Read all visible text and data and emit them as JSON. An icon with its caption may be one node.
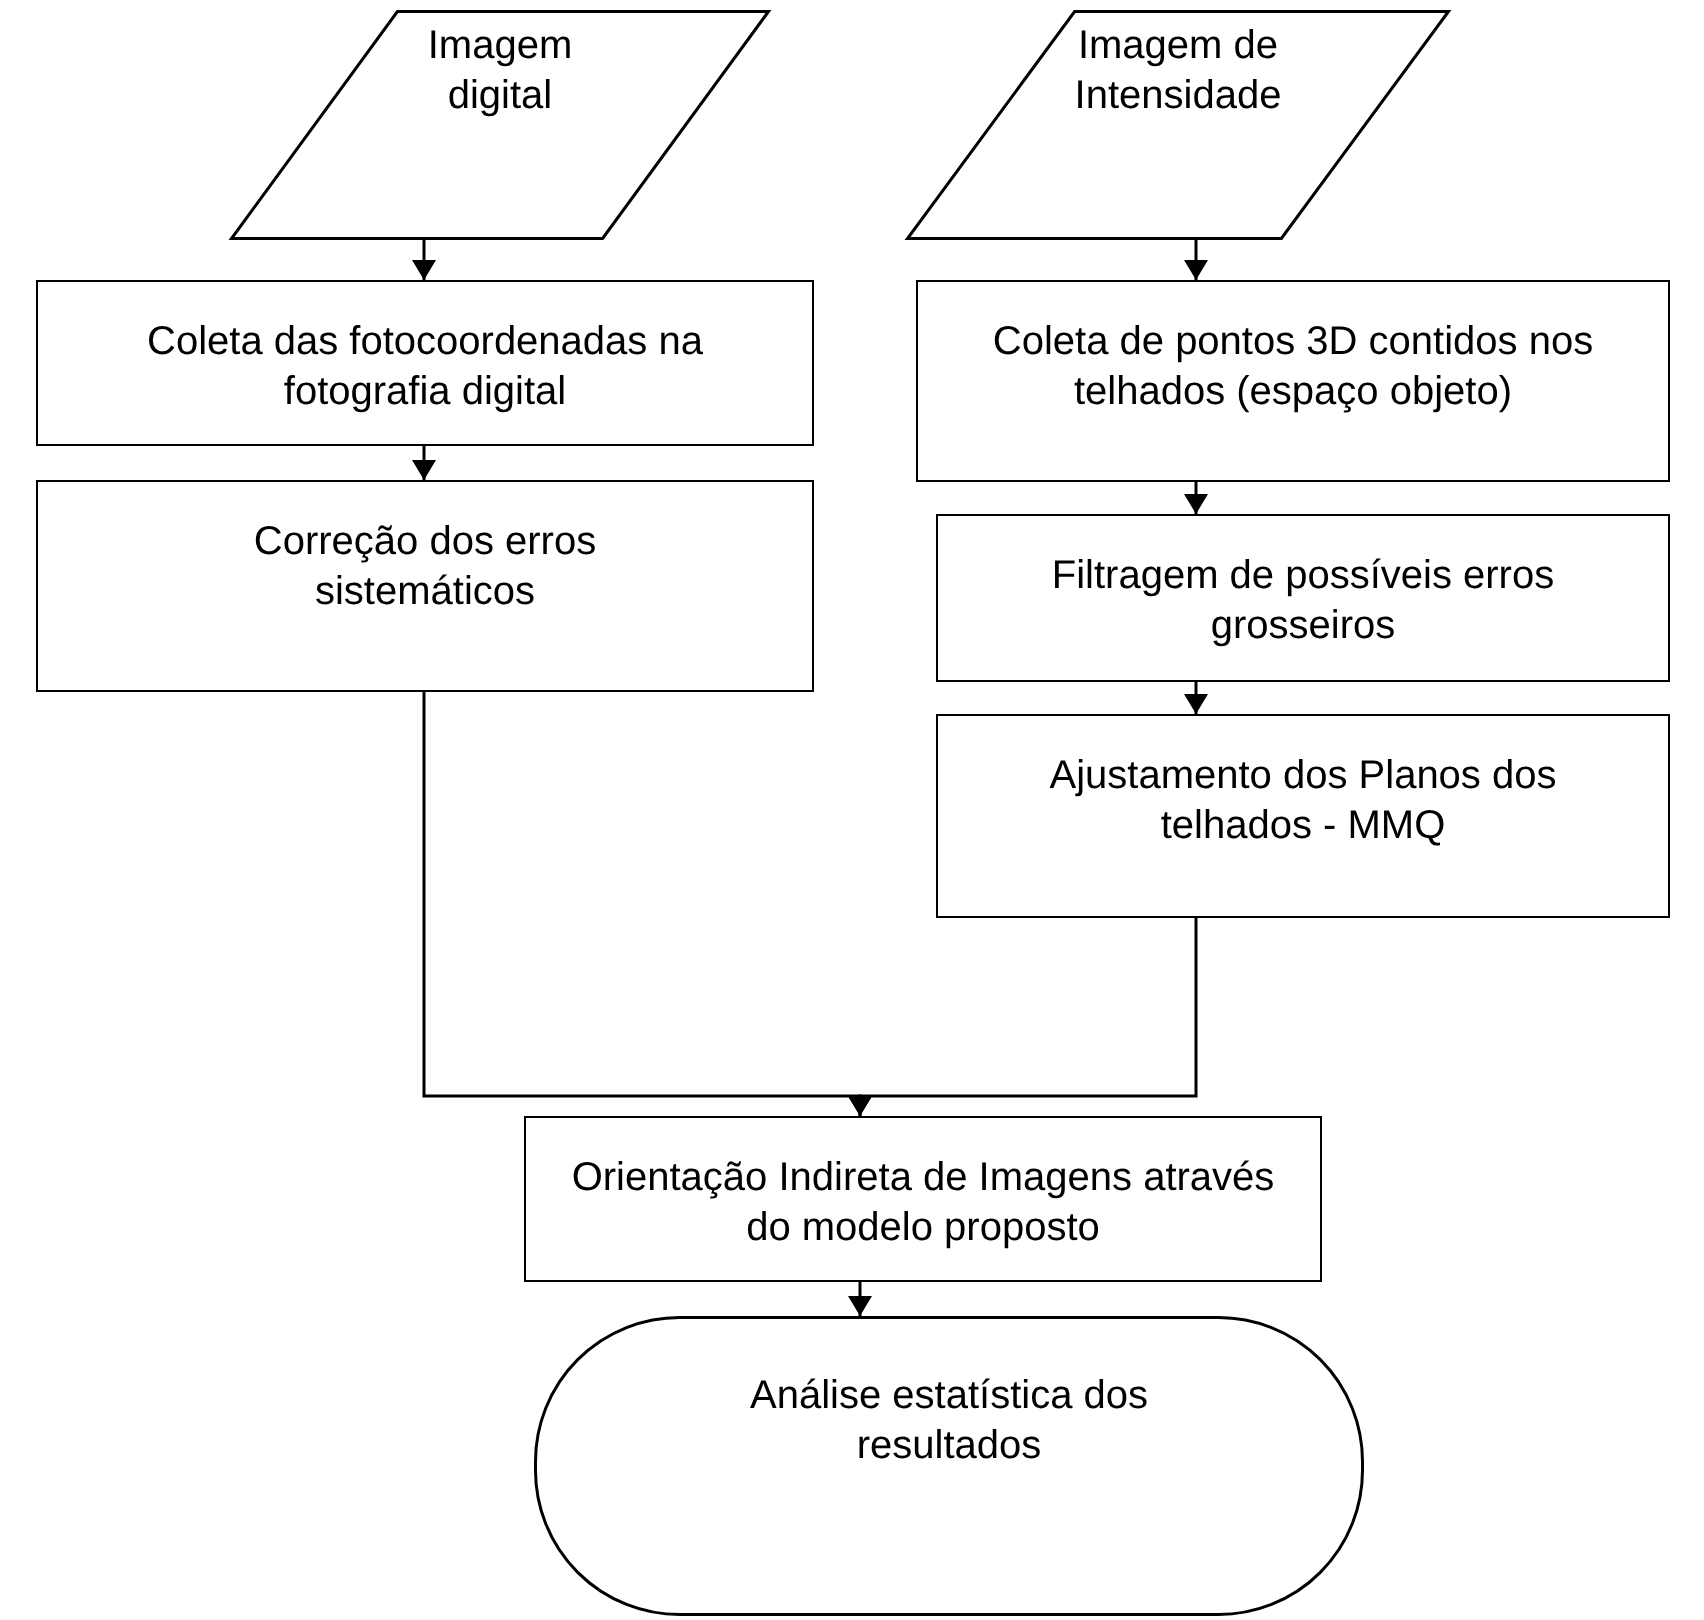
{
  "diagram": {
    "nodes": [
      {
        "text": [
          "Imagem digital"
        ]
      },
      {
        "text": [
          "Imagem de Intensidade"
        ]
      },
      {
        "text": [
          "Coleta das fotocoordenadas na fotografia digital"
        ]
      },
      {
        "text": [
          "Coleta de pontos 3D contidos nos telhados (espaço objeto)"
        ]
      },
      {
        "text": [
          "Correção dos erros sistemáticos"
        ]
      },
      {
        "text": [
          "Filtragem de possíveis erros grosseiros"
        ]
      },
      {
        "text": [
          "Ajustamento dos Planos dos telhados - MMQ"
        ]
      },
      {
        "text": [
          "Orientação Indireta de Imagens através do modelo proposto"
        ]
      },
      {
        "text": [
          "Análise estatística dos resultados"
        ]
      }
    ],
    "edges": [
      {
        "from": 0,
        "to": 2,
        "arrow": "to"
      },
      {
        "from": 2,
        "to": 4,
        "arrow": "to"
      },
      {
        "from": 1,
        "to": 3,
        "arrow": "to"
      },
      {
        "from": 3,
        "to": 5,
        "arrow": "to"
      },
      {
        "from": 5,
        "to": 6,
        "arrow": "to"
      },
      {
        "from": 4,
        "to": 7,
        "arrow": "to"
      },
      {
        "from": 6,
        "to": 7,
        "arrow": "to"
      },
      {
        "from": 7,
        "to": 8,
        "arrow": "to"
      }
    ]
  }
}
